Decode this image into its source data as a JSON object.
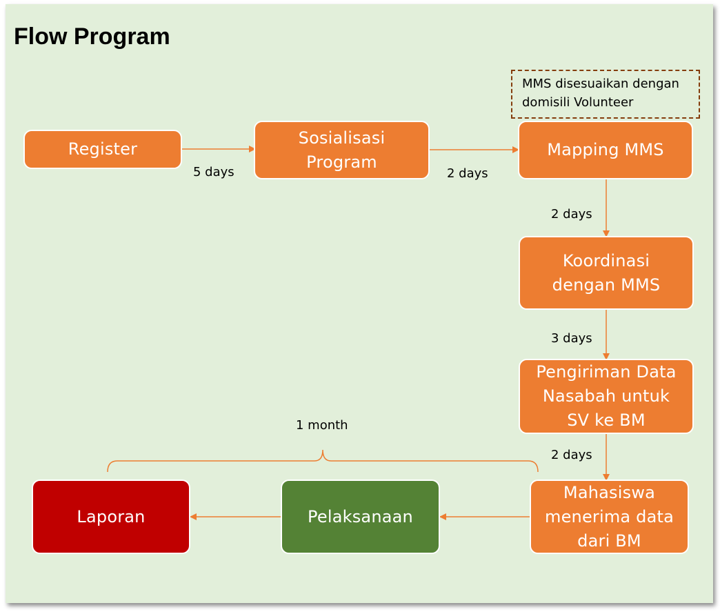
{
  "title": "Flow Program",
  "note": {
    "line1": "MMS disesuaikan dengan",
    "line2": "domisili Volunteer"
  },
  "nodes": {
    "register": "Register",
    "sosialisasi": {
      "line1": "Sosialisasi",
      "line2": "Program"
    },
    "mapping": "Mapping MMS",
    "koordinasi": {
      "line1": "Koordinasi",
      "line2": "dengan MMS"
    },
    "pengiriman": {
      "line1": "Pengiriman Data",
      "line2": "Nasabah untuk",
      "line3": "SV ke BM"
    },
    "mahasiswa": {
      "line1": "Mahasiswa",
      "line2": "menerima data",
      "line3": "dari BM"
    },
    "pelaksanaan": "Pelaksanaan",
    "laporan": "Laporan"
  },
  "durations": {
    "register_to_sosialisasi": "5 days",
    "sosialisasi_to_mapping": "2 days",
    "mapping_to_koordinasi": "2 days",
    "koordinasi_to_pengiriman": "3 days",
    "pengiriman_to_mahasiswa": "2 days",
    "overall": "1 month"
  },
  "colors": {
    "background": "#e2efda",
    "process": "#ed7d31",
    "execution": "#548235",
    "report": "#c00000",
    "note_border": "#843c0c"
  }
}
